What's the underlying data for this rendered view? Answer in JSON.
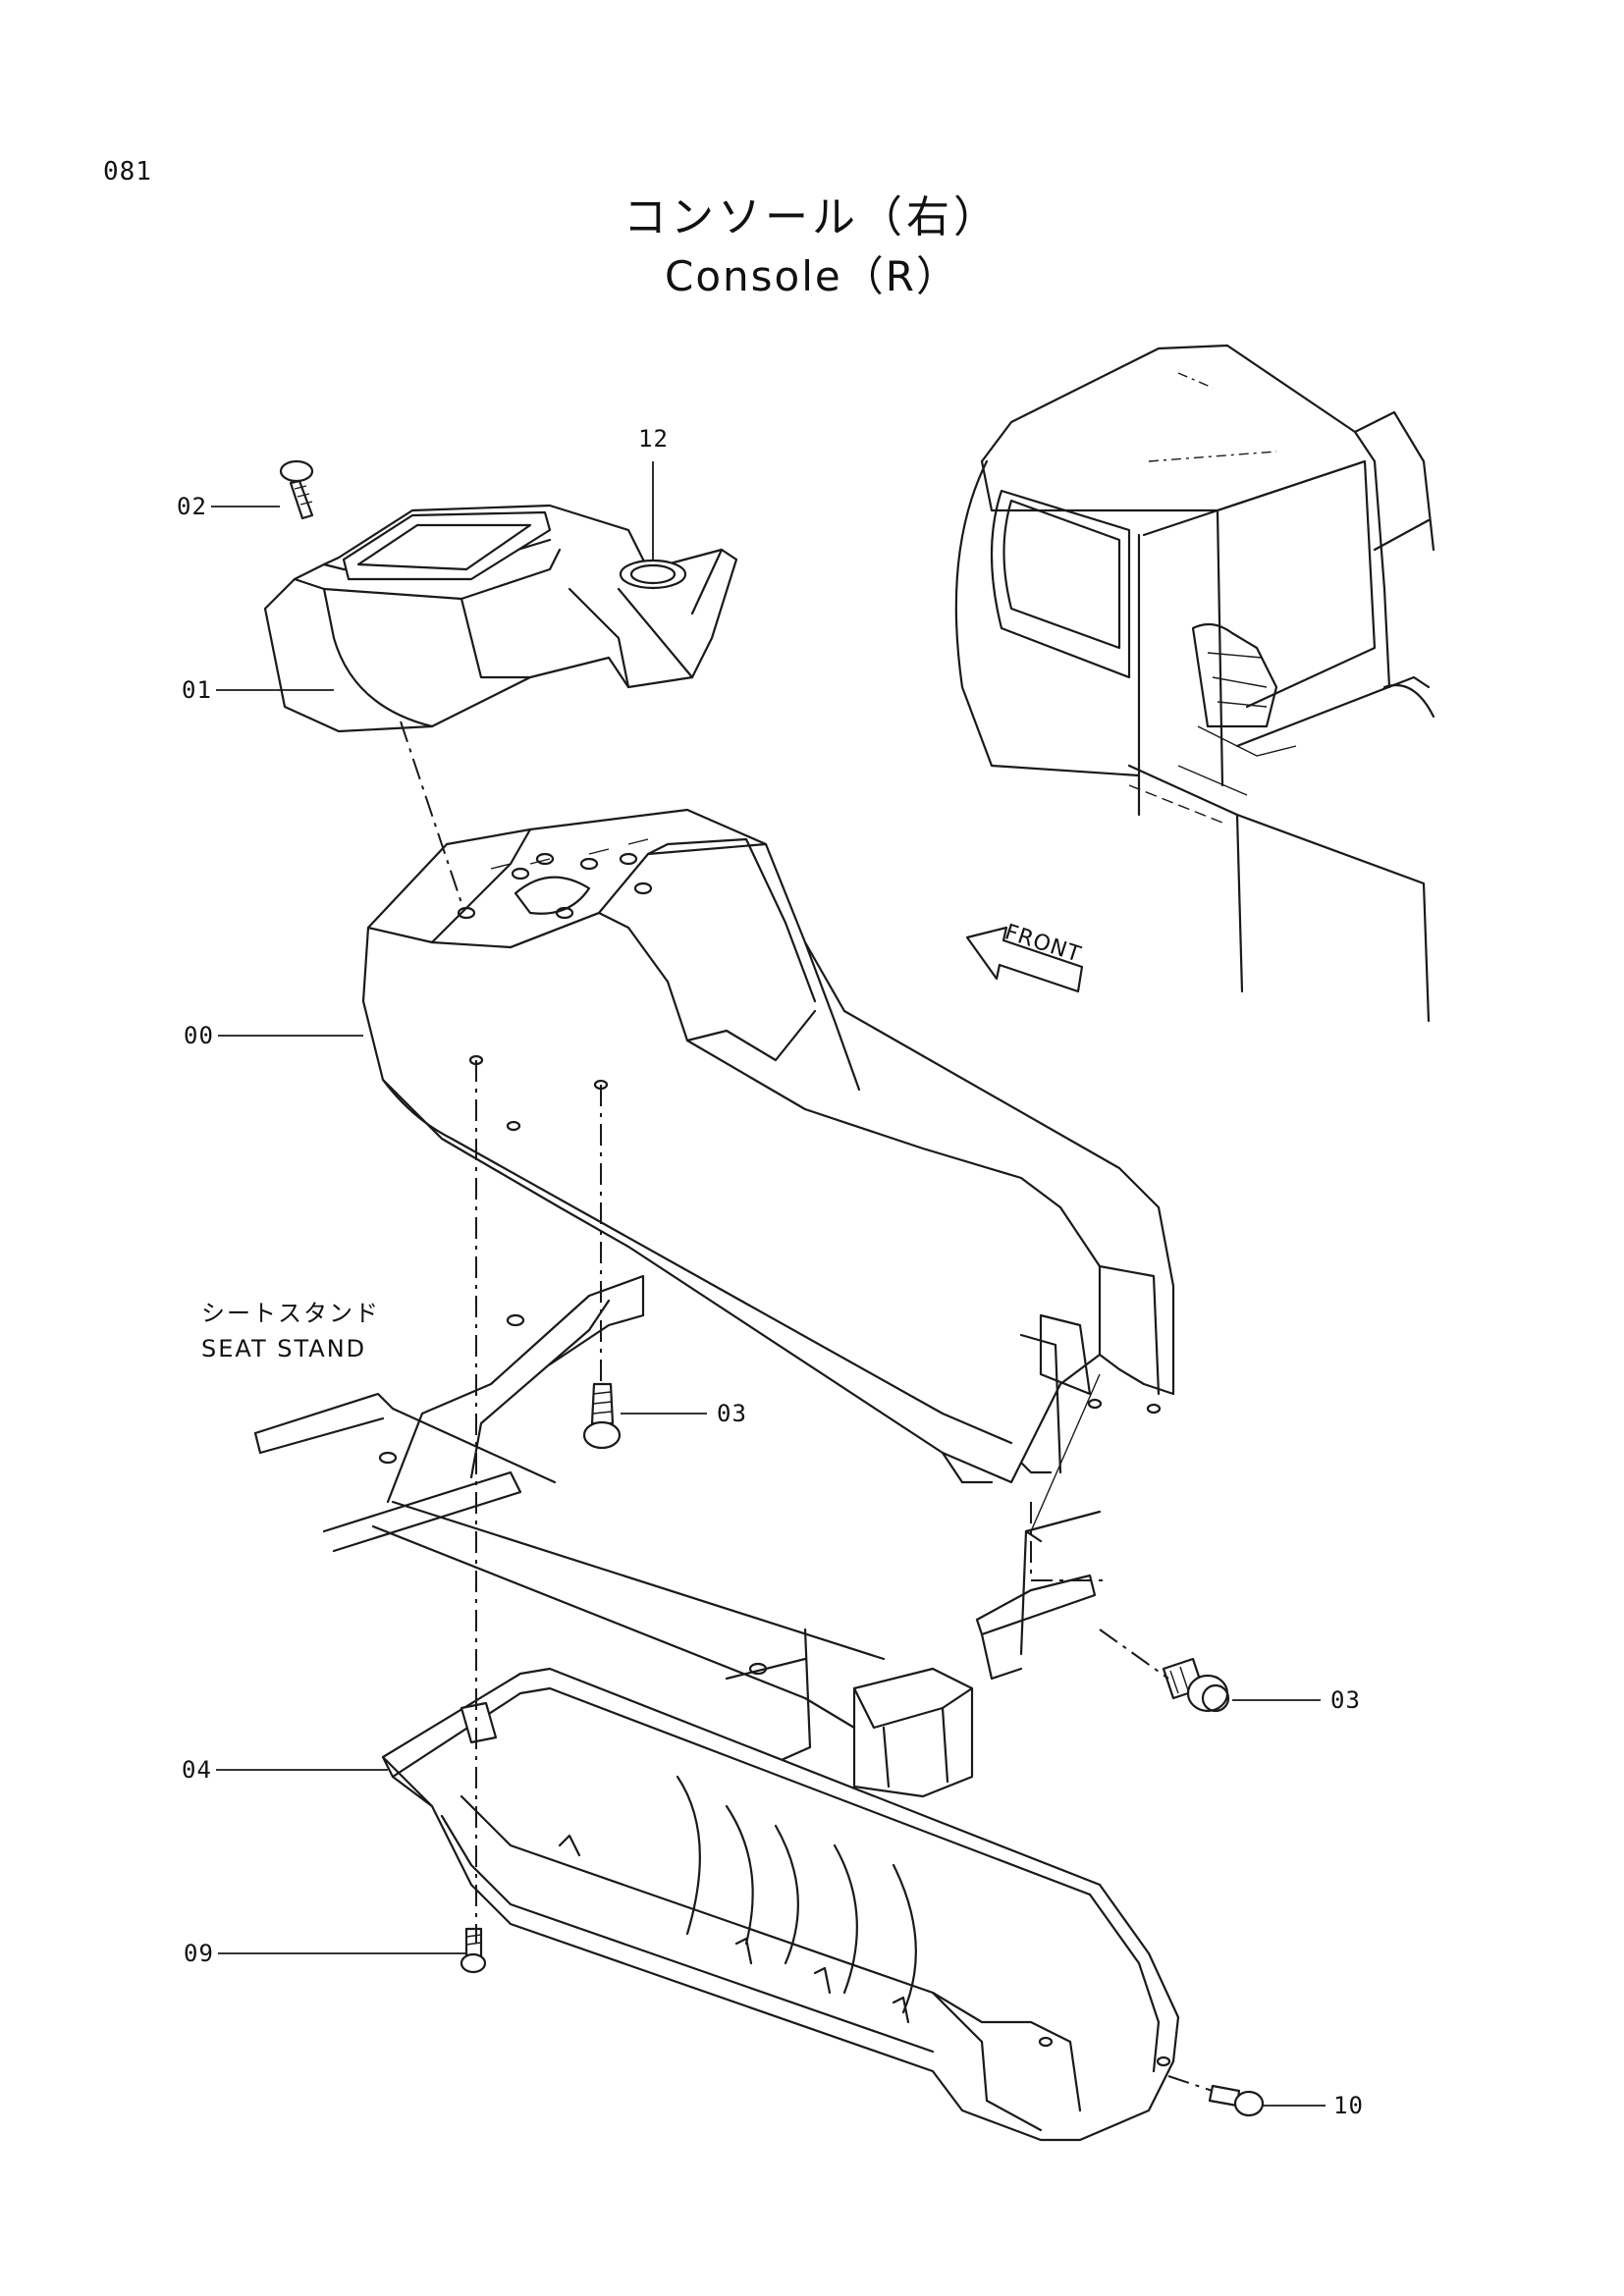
{
  "page_number": "081",
  "title_jp": "コンソール（右）",
  "title_en": "Console（R）",
  "front_label": "FRONT",
  "seat_stand": {
    "jp": "シートスタンド",
    "en": "SEAT STAND"
  },
  "callouts": {
    "c00": "00",
    "c01": "01",
    "c02": "02",
    "c03a": "03",
    "c03b": "03",
    "c04": "04",
    "c09": "09",
    "c10": "10",
    "c12": "12"
  }
}
